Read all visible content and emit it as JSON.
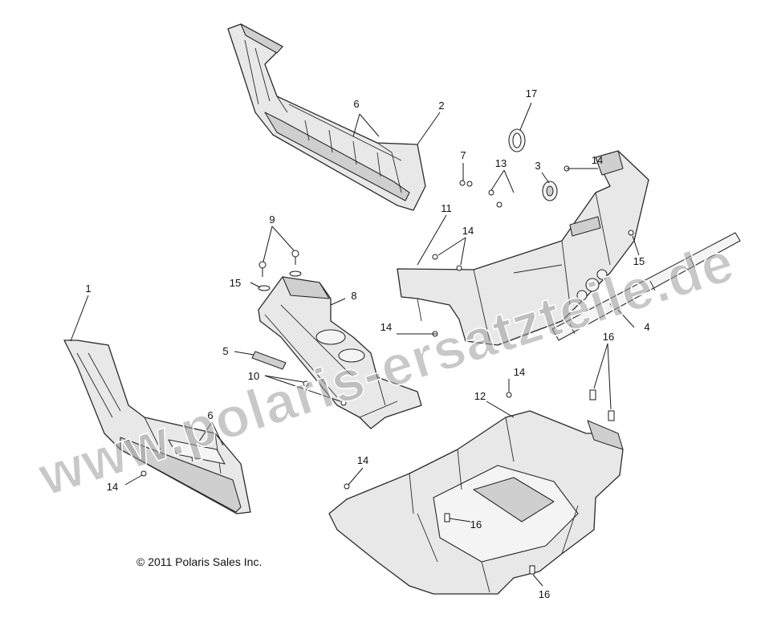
{
  "diagram": {
    "callouts": {
      "c1": "1",
      "c2": "2",
      "c3": "3",
      "c4": "4",
      "c5": "5",
      "c6a": "6",
      "c6b": "6",
      "c7": "7",
      "c8": "8",
      "c9": "9",
      "c10": "10",
      "c11": "11",
      "c12": "12",
      "c13": "13",
      "c14a": "14",
      "c14b": "14",
      "c14c": "14",
      "c14d": "14",
      "c14e": "14",
      "c14f": "14",
      "c15a": "15",
      "c15b": "15",
      "c16a": "16",
      "c16b": "16",
      "c16c": "16",
      "c17": "17"
    },
    "copyright": "© 2011 Polaris Sales Inc.",
    "watermark": "www.polaris-ersatzteile.de"
  },
  "colors": {
    "line": "#2a2a2a",
    "part_fill": "#e8e8e8",
    "watermark": "#9a9a9a"
  }
}
